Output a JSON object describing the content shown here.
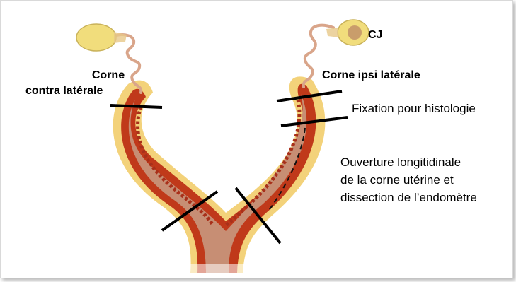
{
  "labels": {
    "cj": "CJ",
    "corne_contra_line1": "Corne",
    "corne_contra_line2": "contra latérale",
    "corne_ipsi": "Corne ipsi latérale",
    "fixation": "Fixation pour histologie",
    "ouverture_line1": "Ouverture longitidinale",
    "ouverture_line2": "de la corne utérine et",
    "ouverture_line3": "dissection de l’endomètre"
  },
  "colors": {
    "outer_layer": "#f3d27a",
    "muscle_layer": "#c0391a",
    "lumen": "#c78e74",
    "ovary": "#f1dd7c",
    "corpus_luteum": "#c99d6b",
    "oviduct": "#d9a58a",
    "cut_line": "#000000"
  }
}
